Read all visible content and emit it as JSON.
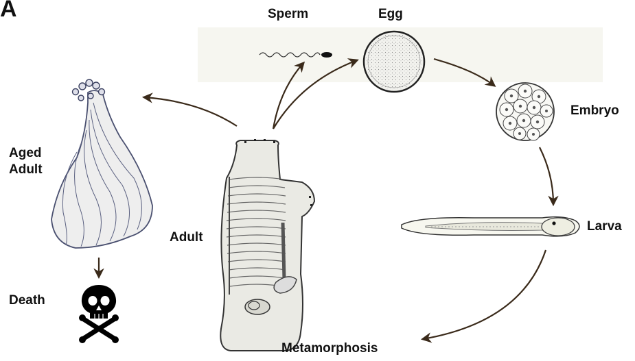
{
  "panel_letter": "A",
  "stages": {
    "sperm": "Sperm",
    "egg": "Egg",
    "embryo": "Embryo",
    "larva": "Larva",
    "metamorphosis": "Metamorphosis",
    "adult": "Adult",
    "aged_adult_line1": "Aged",
    "aged_adult_line2": "Adult",
    "death": "Death"
  },
  "icons": {
    "death": "skull-and-crossbones-icon"
  },
  "colors": {
    "arrow": "#3a2a1a",
    "label": "#111111",
    "egg_fill": "#f2f2ee",
    "backdrop": "#f6f6f0"
  }
}
